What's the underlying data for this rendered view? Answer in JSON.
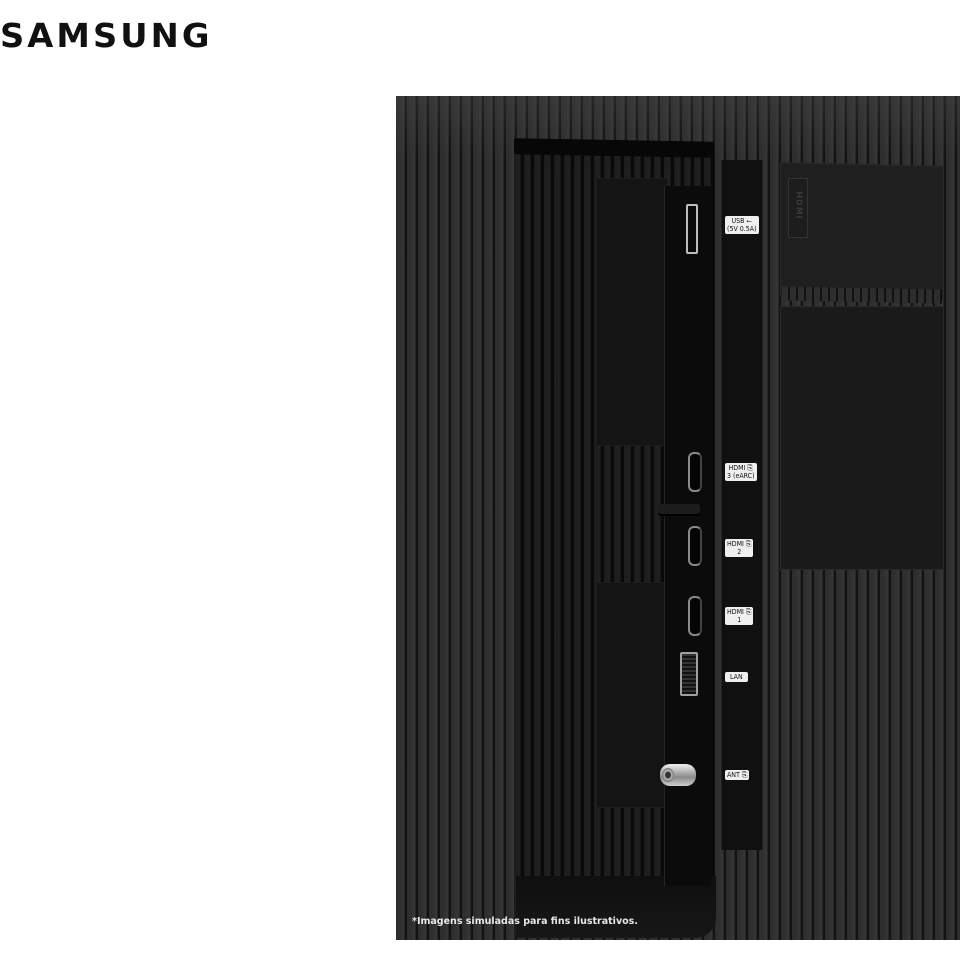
{
  "brand": {
    "logo_text": "SAMSUNG"
  },
  "product_image": {
    "description": "Rear connector panel of Samsung TV",
    "port_labels": [
      {
        "id": "usb",
        "line1": "USB ⭠",
        "line2": "(5V 0.5A)"
      },
      {
        "id": "hdmi3",
        "line1": "HDMI ⎘",
        "line2": "3 (eARC)"
      },
      {
        "id": "hdmi2",
        "line1": "HDMI ⎘",
        "line2": "2"
      },
      {
        "id": "hdmi1",
        "line1": "HDMI ⎘",
        "line2": "1"
      },
      {
        "id": "lan",
        "line1": "LAN"
      },
      {
        "id": "ant",
        "line1": "ANT ⎘"
      }
    ],
    "embossed_label": "HDMI",
    "disclaimer": "*Imagens simuladas para fins ilustrativos."
  }
}
